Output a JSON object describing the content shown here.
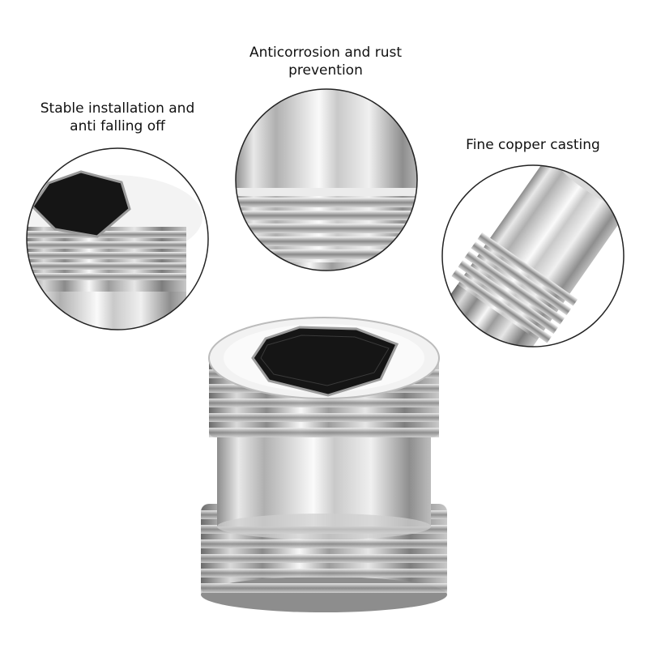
{
  "captions": {
    "installation": [
      "Stable installation and",
      "anti falling off"
    ],
    "anticorrosion": [
      "Anticorrosion and rust",
      "prevention"
    ],
    "casting": [
      "Fine copper casting"
    ]
  },
  "colors": {
    "background": "#ffffff",
    "text": "#111111",
    "chrome_light": "#f4f4f4",
    "chrome_mid": "#b8b8b8",
    "chrome_dark": "#5e5e5e",
    "hex_socket": "#151515",
    "circle_stroke": "#222222"
  }
}
